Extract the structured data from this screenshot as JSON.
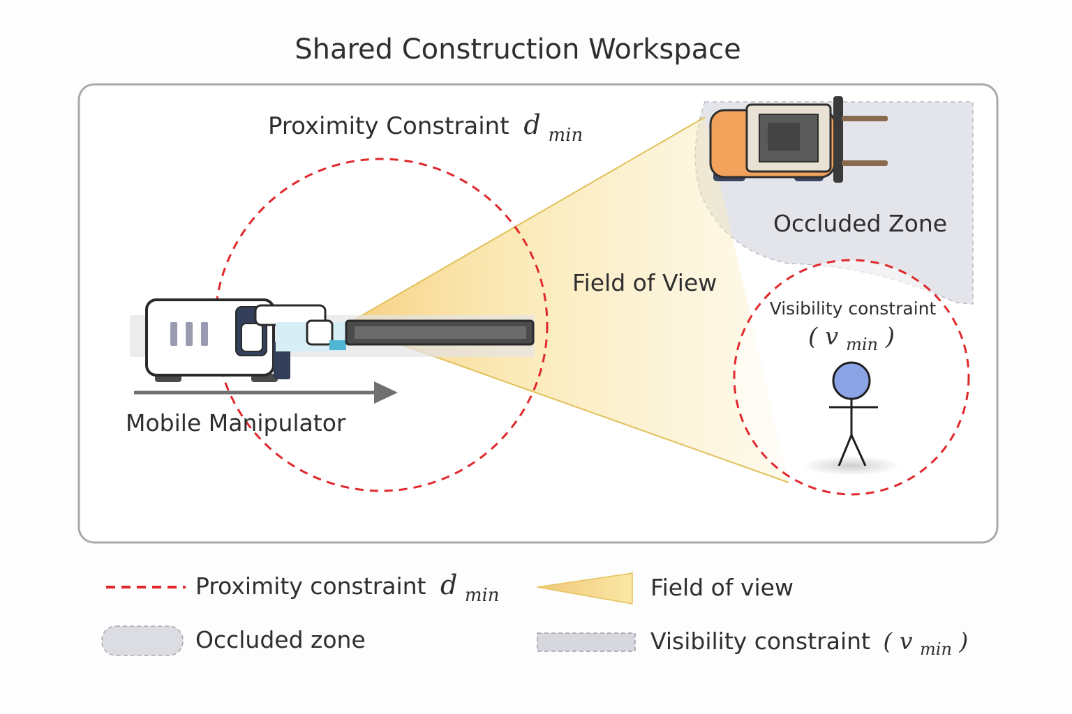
{
  "title": "Shared Construction Workspace",
  "labels": {
    "proximity_constraint": "Proximity Constraint",
    "proximity_symbol": "d",
    "proximity_subscript": "min",
    "field_of_view": "Field of View",
    "occluded_zone": "Occluded Zone",
    "visibility_constraint": "Visibility constraint",
    "visibility_open": "(",
    "visibility_symbol": "v",
    "visibility_subscript": "min",
    "visibility_close": ")",
    "mobile_manipulator": "Mobile Manipulator"
  },
  "legend": {
    "proximity": {
      "label": "Proximity constraint",
      "symbol": "d",
      "subscript": "min"
    },
    "fov": {
      "label": "Field of view"
    },
    "occluded": {
      "label": "Occluded zone"
    },
    "visibility": {
      "label": "Visibility constraint",
      "open": "(",
      "symbol": "v",
      "subscript": "min",
      "close": ")"
    }
  },
  "colors": {
    "constraint_dash": "#e0282c",
    "fov_fill": "#f7d774",
    "fov_edge": "#e3c25a",
    "occluded_fill": "#dcdde3",
    "forklift_orange": "#f2a25b",
    "person_head": "#8aa4e6"
  },
  "icons": {
    "robot": "mobile-manipulator-icon",
    "forklift": "forklift-icon",
    "person": "person-icon",
    "arrow": "motion-arrow-icon"
  }
}
